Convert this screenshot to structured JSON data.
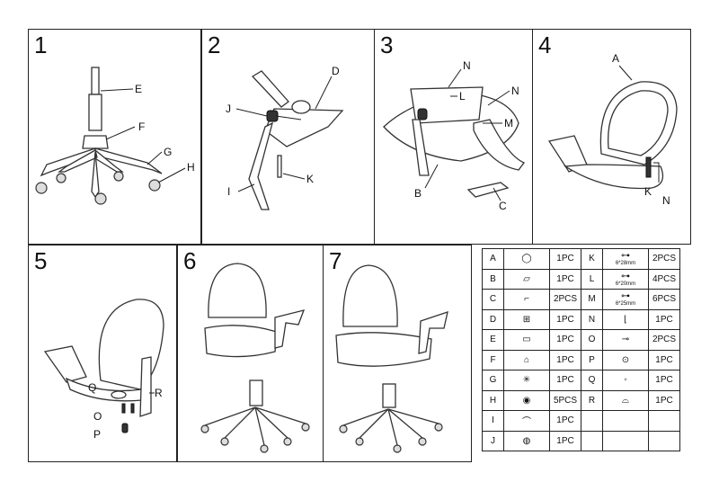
{
  "steps": [
    {
      "number": "1",
      "labels": [
        "E",
        "F",
        "G",
        "H"
      ]
    },
    {
      "number": "2",
      "labels": [
        "D",
        "J",
        "I",
        "K"
      ]
    },
    {
      "number": "3",
      "labels": [
        "N",
        "L",
        "N",
        "M",
        "B",
        "C"
      ]
    },
    {
      "number": "4",
      "labels": [
        "A",
        "K",
        "N"
      ]
    },
    {
      "number": "5",
      "labels": [
        "Q",
        "R",
        "O",
        "P"
      ]
    },
    {
      "number": "6",
      "labels": []
    },
    {
      "number": "7",
      "labels": []
    }
  ],
  "parts": [
    {
      "letter": "A",
      "qty": "1PC",
      "icon": "backrest-icon",
      "size": ""
    },
    {
      "letter": "B",
      "qty": "1PC",
      "icon": "seat-icon",
      "size": ""
    },
    {
      "letter": "C",
      "qty": "2PCS",
      "icon": "armrest-icon",
      "size": ""
    },
    {
      "letter": "D",
      "qty": "1PC",
      "icon": "mechanism-icon",
      "size": ""
    },
    {
      "letter": "E",
      "qty": "1PC",
      "icon": "gas-lift-icon",
      "size": ""
    },
    {
      "letter": "F",
      "qty": "1PC",
      "icon": "base-cover-icon",
      "size": ""
    },
    {
      "letter": "G",
      "qty": "1PC",
      "icon": "star-base-icon",
      "size": ""
    },
    {
      "letter": "H",
      "qty": "5PCS",
      "icon": "caster-icon",
      "size": ""
    },
    {
      "letter": "I",
      "qty": "1PC",
      "icon": "back-bar-icon",
      "size": ""
    },
    {
      "letter": "J",
      "qty": "1PC",
      "icon": "knob-bolt-icon",
      "size": ""
    },
    {
      "letter": "K",
      "qty": "2PCS",
      "icon": "bolt-icon",
      "size": "6*28mm"
    },
    {
      "letter": "L",
      "qty": "4PCS",
      "icon": "bolt-icon",
      "size": "6*20mm"
    },
    {
      "letter": "M",
      "qty": "6PCS",
      "icon": "bolt-icon",
      "size": "6*25mm"
    },
    {
      "letter": "N",
      "qty": "1PC",
      "icon": "allen-key-icon",
      "size": ""
    },
    {
      "letter": "O",
      "qty": "2PCS",
      "icon": "screw-icon",
      "size": ""
    },
    {
      "letter": "P",
      "qty": "1PC",
      "icon": "knob-icon",
      "size": ""
    },
    {
      "letter": "Q",
      "qty": "1PC",
      "icon": "washer-icon",
      "size": ""
    },
    {
      "letter": "R",
      "qty": "1PC",
      "icon": "back-cover-icon",
      "size": ""
    }
  ]
}
